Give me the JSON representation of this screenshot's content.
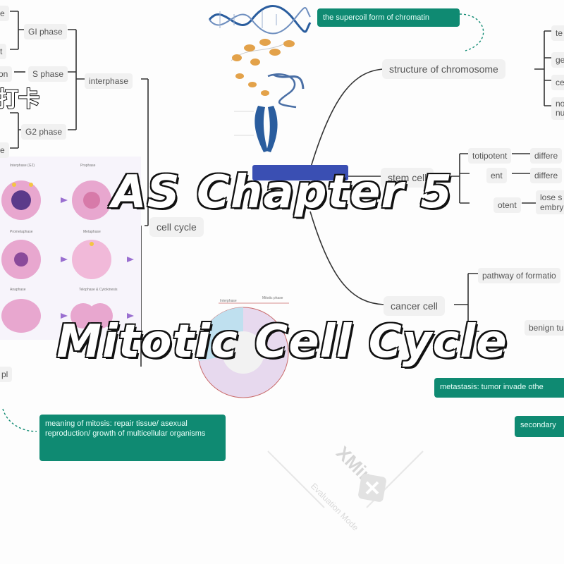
{
  "title": {
    "line1": "AS Chapter 5",
    "line2": "Mitotic Cell Cycle"
  },
  "overlay_cjk": "打卡",
  "watermark": {
    "brand": "XMind",
    "mode": "Evaluation Mode"
  },
  "left_branch": {
    "interphase": "interphase",
    "g1": "GI phase",
    "s": "S phase",
    "g2": "G2 phase",
    "cell_cycle": "cell cycle",
    "cut_left_1": "e",
    "cut_left_2": "t",
    "cut_left_3": "on",
    "cut_left_4": "e",
    "cut_left_5": "pl"
  },
  "right_branch": {
    "structure": "structure of chromosome",
    "supercoil": "the supercoil form of chromatin",
    "te": "te",
    "ge": "ge",
    "ce": "ce",
    "no": "no",
    "nu": "nu",
    "stem_cell": "stem cell",
    "totipotent": "totipotent",
    "pluripotent": "ent",
    "multipotent": "otent",
    "diff1": "differe",
    "diff2": "differe",
    "lose": "lose s",
    "embry": "embry",
    "cancer_cell": "cancer cell",
    "pathway": "pathway of formatio",
    "benign": "benign tu",
    "metastasis": "metastasis: tumor invade othe",
    "secondary": "secondary"
  },
  "meaning_note": "meaning of mitosis: repair tissue/ asexual reproduction/ growth of multicellular organisms",
  "figure_labels": {
    "metaphase_a": "Interphase (G2)",
    "prophase": "Prophase",
    "prometaphase": "Prometaphase",
    "metaphase": "Metaphase",
    "anaphase": "Anaphase",
    "telophase": "Telophase & Cytokinesis",
    "mitotic_phase": "Mitotic phase",
    "interphase_lbl": "Interphase"
  },
  "colors": {
    "accent_teal": "#0f8a72",
    "connector": "#333333",
    "node_bg": "#f1f1f1",
    "chromosome_blue": "#2a5d9e",
    "bead_orange": "#e3a24a",
    "cell_pink": "#e8a7cf"
  }
}
